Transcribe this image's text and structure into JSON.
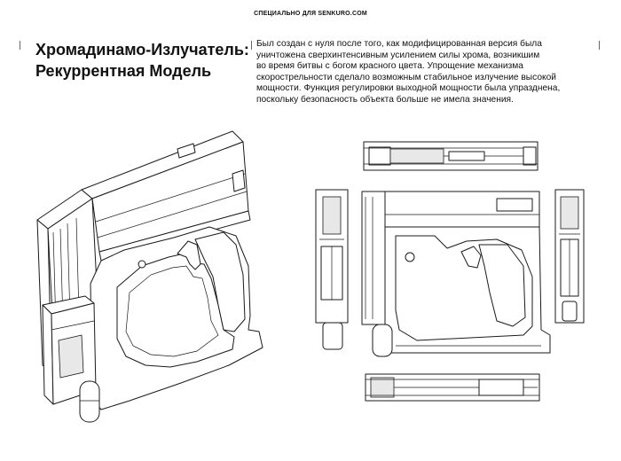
{
  "header": "СПЕЦИАЛЬНО ДЛЯ SENKURO.COM",
  "title_lines": [
    "Хромадинамо-Излучатель:",
    "Рекуррентная Модель"
  ],
  "description_lines": [
    "Был создан с нуля после того, как модифицированная версия была",
    "уничтожена сверхинтенсивным усилением силы хрома, возникшим",
    "во время битвы с богом красного цвета. Упрощение механизма",
    "скорострельности сделало возможным стабильное излучение высокой",
    "мощности. Функция регулировки выходной  мощности была упразднена,",
    "поскольку безопасность объекта больше не имела значения."
  ]
}
